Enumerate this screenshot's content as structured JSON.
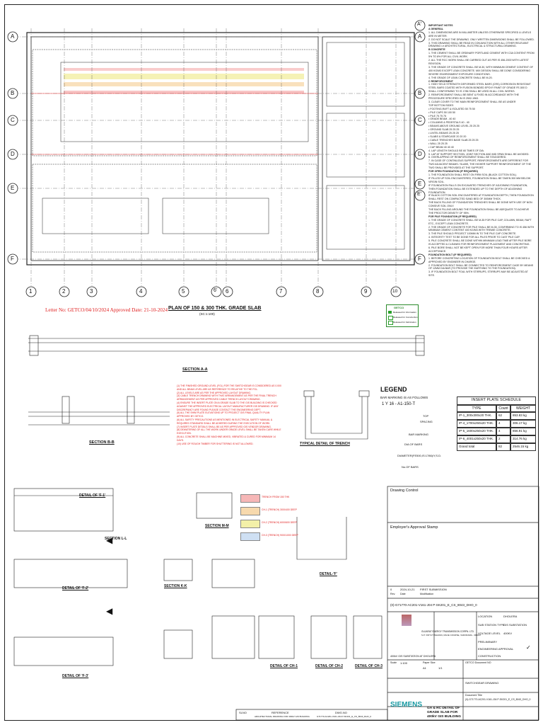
{
  "grid": {
    "columns": [
      "1",
      "2",
      "3",
      "4",
      "5",
      "6'",
      "6",
      "7",
      "8",
      "9",
      "10"
    ],
    "rows_left": [
      "A",
      "B",
      "C",
      "D",
      "E",
      "F"
    ],
    "rows_right": [
      "A'",
      "A",
      "B",
      "C",
      "D",
      "E",
      "E'",
      "F"
    ]
  },
  "approval": {
    "letter_text": "Letter No: GETCO/04/10/2024 Approved Date: 21-10-2024"
  },
  "plan": {
    "title": "PLAN OF 150 & 300 THK. GRADE SLAB",
    "scale": "(SC:1:100)"
  },
  "sections": {
    "a_a": "SECTION A-A",
    "b_b": "SECTION B-B",
    "m_m": "SECTION M-M",
    "k_k": "SECTION K-K",
    "l_l": "SECTION L-L",
    "detail_ff1": "DETAIL OF 'F-1'",
    "detail_ff2": "DETAIL OF 'F-2'",
    "detail_ff3": "DETAIL OF 'F-3'",
    "detail_f": "DETAIL-'F'",
    "detail_ch1": "DETAIL OF CH-1",
    "detail_ch2": "DETAIL OF CH-2",
    "detail_ch3": "DETAIL OF CH-3",
    "typical_detail": "TYPICAL DETAIL OF TRENCH"
  },
  "legend": {
    "title": "LEGEND",
    "bar_marking": "BAR MARKING IS AS FOLLOWS",
    "formula": "1 Y 16 - A1-150-T",
    "items": [
      "TOP",
      "SPACING",
      "BAR MARKING",
      "DIA OF BARS",
      "DIAMETER(FE500,IS:1786)/Y,S.D.",
      "No.OF BARS"
    ]
  },
  "insert_plate": {
    "title": "INSERT PLATE SCHEDULE",
    "headers": [
      "TYPE",
      "Count",
      "WEIGHT"
    ],
    "rows": [
      [
        "IP-1_300x300x20 THK.",
        "62",
        "853.83 kg"
      ],
      [
        "IP-4_1700x250x20 THK.",
        "4",
        "306.17 kg"
      ],
      [
        "IP-5_1600x250x20 THK.",
        "4",
        "856.91 kg"
      ],
      [
        "IP-6_4001x250x20 THK.",
        "2",
        "314.76 kg"
      ],
      [
        "Grand total",
        "82",
        "2546.15 kg"
      ]
    ]
  },
  "notes": {
    "heading": "IMPORTANT NOTES",
    "lines": [
      "A GENERAL",
      "1. ALL DIMENSIONS ARE IN MILLIMETER UNLESS OTHERWISE SPECIFIED & LEVELS ARE IN METER.",
      "2. DO NOT SCALE THE DRAWING. ONLY WRITTEN DIMENSIONS SHALL BE FOLLOWED.",
      "3. THIS DRAWING SHALL BE READ IN CONJUNCTION WITH ALL OTHER RELEVANT DRAWING i.e ARCHITECTURAL, ELECTRICAL & STRUCTURAL DRAWING.",
      "B CONCRETE",
      "1. THE CEMENT SHALL BE ORDINARY PORTLAND CEMENT WITH C3A CONTENT FROM 5% TO 8% FOR ALL CIVIL WORK.",
      "2. ALL THE RCC WORK SHALL BE CARRIED OUT AS PER IS 456-2000 WITH LATEST REVISION.",
      "3. THE GRADE OF CONCRETE SHALL BE M-30, WITH MINIMUM CEMENT CONTENT OF 400 KG/M3 EXCEPT LEAN CONCRETE. MIX DESIGN SHALL BE DONE CONSIDERING SEVERE ENVIRONMENT EXPOSURE CONDITIONS.",
      "4. THE GRADE OF LEAN CONCRETE SHALL BE M-20.",
      "C REINFORCEMENT",
      "1. HIGH YIELD STRENGTH DEFORMED STEEL BARS (CRS) CORROSION RESISTANT STEEL BARS COATED WITH FUSION BONDED EPOXY PAINT OF GRADE FE-500 D SHALL CONFORMING TO IS 1786 SHALL BE USED IN ALL CIVIL WORKS.",
      "2. REINFORCEMENT SHALL BE BENT & FIXED IN ACCORDANCE WITH THE PROCEDURE SPECIFIED IN IS 2502-1963.",
      "3. CLEAR COVER TO THE MAIN REINFORCEMENT SHALL BE AS UNDER",
      "TOP   BOTTOM  SIDES",
      "• FOOTING,RAFT & ISOLATED   50   75   50",
      "• PILE CAPS                 50   100  50",
      "• PILE                      75   75   75",
      "• GRADE BEAM                -    40   40",
      "• COLUMNS & PEDESTALS       40   -    40",
      "• BEAMS ABOVE GROUND LEVEL  25   25   25",
      "• GROUND SLAB               25   25   25",
      "• LINTEL BEAMS              25   25   25",
      "• SLABS & STAIRCASE         20   20   20",
      "• CABLE TRENCHES BASE SLAB  25   25   25",
      "• WALL                      25   25   25",
      "• CAP BEAM                  40   40   40",
      "4. LAP LENGTH SHOULD BE 60 TIMES OF DIA.",
      "5. LAP AT SUPPORT SECTION, JOINT SECTION AND MID SPAN SHALL BE AVOIDED.",
      "6. OVERLAPPING OF REINFORCEMENT SHALL BE STAGGERED.",
      "7. IN CASE OF CONTINUOUS SUPPORT, REINFORCEMENTS ARE DIFFERENT FOR TWO ADJACENT BEAMS / SLABS, THE HIGHER SUPPORT REINFORCEMENT OF THE TWO SHALL BE PROVIDED AT THE SUPPORT.",
      "FOR OPEN FOUNDATION (IF REQUIRED)",
      "1. THE FOUNDATION SHALL REST ON FIRM SOIL (BLACK COTTON SOIL).",
      "IF FILLED UP SOIL ENCOUNTERED, FOUNDATION SHALL BE TAKEN 300 MM BELOW VIRGIN SOIL.",
      "IF FOUNDATION FALLS ON EXCAVATED TRENCHES OF ADJOINING FOUNDATION, THEN FOUNDATION SHALL BE EXTENDED UP TO THE DEPTH OF ADJOINING FOUNDATION.",
      "IF BLACK COTTON SOIL ENCOUNTERED AT FOUNDATION DEPTH, THEN FOUNDATION SHALL REST ON COMPACTED SAND BED OF 300MM THICK.",
      "THE BACK FILLING OF FOUNDATION TRENCHES SHALL BE DONE WITH USE OF NON CONSIVE SOIL ONLY.",
      "THE BACK FILLING AROUND THE FOUNDATION SHALL BE ADEQUATE TO ACHIEVE THE PROCTOR DENSITY OF 95%.",
      "FOR PILE FOUNDATION (IF REQUIRED)",
      "1. THE GRADE OF CONCRETE SHALL BE M-35 FOR PILE CAP, COLUMN, BEAM, RAFT ETC., EXCEPT LEAN CONCRETE.",
      "2. THE GRADE OF CONCRETE FOR PILE SHALL BE M-35, CONFIRMING TO IS 456 WITH MINIMUM CEMENT CONTENT 400 KG/M3 WITH TREMIE CONCRETE.",
      "3. THE PILE SHOULD PROJECT 100MM IN TO THE PILE CAP CONCRETE.",
      "4. INTEGRITY TEST TO BE DONE FOR ALL PILES PRIOR TO CAST PILE CAP.",
      "5. PILE CONCRETE SHALL BE DONE WITHIN MINIMUM LEAD TIME AFTER PILE BORE IS ACCEPTED & CLEANED FOR REINFORCEMENT PLACEMENT AND CONCRETING.",
      "6. PILE BORE SHALL NOT BE KEPT OPEN FOR MORE THAN FOUR HOURS AFTER ACCEPTANCE.",
      "FOUNDATION BOLT (IF REQUIRED)",
      "1. BEFORE CONCRETING LOCATION OF FOUNDATION BOLT SHALL BE CHECKED & APPROVED BY ENGINEER IN CHARGE.",
      "2. FOUNDATION BOLT SHALL BE CONNECTED TO REINFORCEMENT CAGE BY MEANS OF 12MM DIA BAR (TO PROVIDE THE EARTHING TO THE FOUNDATION).",
      "3. IF FOUNDATION BOLT FOUL WITH STIRRUPS, STIRRUPS MAY BE ADJUSTED AT SITE."
    ]
  },
  "red_notes": [
    "(1)  THE FINISHED GROUND LEVEL (FGL) FOR THE SWITCHGEAR IS CONSIDERED AS 0.000 AND ALL BEAM LEVEL ARE AS REFERENCE TO RELATIVE TO THE FGL.",
    "(2)  ALL LEVELS ARE AS PER THE APPROVED LAYOUT DRAWING.",
    "(3)  CABLE TRENCH DRAWING WITH THAT ARRANGEMENT AS PER THE FINAL TRENCH ARRANGEMENT AS PER APPROVED CABLE TRENCH LAYOUT DRAWING.",
    "(4)  ENSURE THE INSERT PLATE ON A GRADE SLAB TO THE GIS BUILDING IS CHECKED AGAINST THE APPROVED ELECTRICAL LAYOUT MANUFACTURER GIS DRAWING. IF ANY DISCREPANCY ARE FOUND PLEASE CONTACT THE ENGINEERING DEPT.",
    "(5)  ALL THE SHIM PLATE ELEVATIONS UP TO PROJECT GIS FINAL QUALITY PLAN APPROVED BY GETCO.",
    "(6)  ALL SAFETY PRECAUTIONS AS MENTIONED IN ELECTRICAL SAFETY MANUAL & REQUIRED STANDARD SHALL BE ADHERED DURING THE EXECUTION OF WORK.",
    "(7)  INSERT PLATE DETAILS SHALL BE AS PER APPROVED GIS VENDOR DRAWING.",
    "(8)  DEWATERING OF ALL THE WORK UNDER GRADE LEVEL SHALL BE TAKEN CARE WHILE EXECUTION.",
    "(9)  ALL CONCRETE SHALL BE MACHINE MIXED, VIBRATED & CURED FOR MINIMUM 14 DAYS.",
    "(10) USE OF ROUGH TIMBER FOR SHUTTERING IS NOT ALLOWED."
  ],
  "color_legend": [
    {
      "label": "TRENCH FROM 150 THK",
      "color": "#f6b7b7"
    },
    {
      "label": "CH-1 (TRENCH) 300X400 DEEP",
      "color": "#f7d9ad"
    },
    {
      "label": "CH-2 (TRENCH) 600X600 DEEP",
      "color": "#f3f0a8"
    },
    {
      "label": "CH-3 (TRENCH) 900X1000 DEEP",
      "color": "#cfe0f3"
    }
  ],
  "getco_stamp": {
    "title": "GETCO",
    "items": [
      "Released for Information",
      "Released for Construction",
      "Released for Fabrication"
    ]
  },
  "title_block": {
    "drawing_control": "Drawing Control",
    "employer_stamp": "Employer's Approval Stamp",
    "rev": "0",
    "rev_date": "2024-10-21",
    "rev_desc": "FIRST SUBMISSION",
    "col_rev": "Rev.",
    "col_date": "Date",
    "col_modif": "Modification",
    "doc_no": "(0)-G71770-AC201-V161-J04 P-SK201_E_CS_8043_DHO_0",
    "location_label": "LOCATION",
    "location": "DHOLERA",
    "substation_type_label": "SUB STATION TYPE",
    "substation_type": "GIS SUBSTATION",
    "voltage_label": "VOLTAGE LEVEL",
    "voltage": "400KV",
    "owner": "GUJARAT ENERGY TRANSMISSION CORPN. LTD.",
    "owner_addr": "S.P. VIDYUT BHAVAN, RACE COURSE, VADODARA - 390007",
    "project": "400kV GIS SUBSTATION AT DHOLERA",
    "stage1": "PRELIMINARY",
    "stage2": "ENGINEERING APPROVAL",
    "stage3": "CONSTRUCTION",
    "scale_label": "Scale",
    "scale": "1:100",
    "paper_label": "Paper Size",
    "paper": "A1",
    "sheet": "1/1",
    "dwg_title": "GA & RC DETAIL OF GRADE SLAB FOR 400kV GIS BUILDING",
    "dwg_no_label": "Document Title",
    "dwg_no": "(0)-G71770-AC201-V161-J04 P-SK201_E_CS_8043_DHO_0",
    "company": "SIEMENS",
    "cust_no": "GETCO Document NO",
    "doc_type": "SWITCHGEAR DRAWING",
    "ref_title": "SLNO",
    "ref_ref": "REFERENCE",
    "ref_dwgno": "DWG.NO",
    "ref_item": "ARCHITECTURAL DRAWING FOR 400kV GIS BUILDING",
    "ref_item_no": "G71770-AC201-V161-J04 P-SK201_E_CS_8043_DHO_0"
  }
}
